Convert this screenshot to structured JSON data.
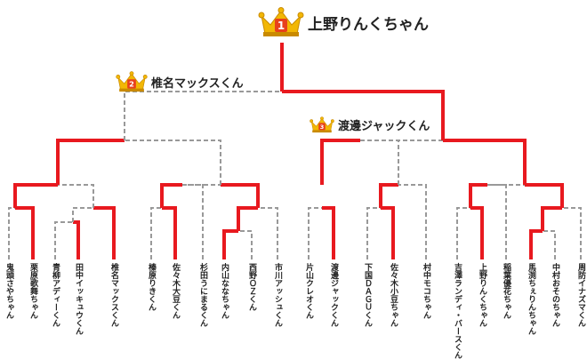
{
  "winners": {
    "first": {
      "rank": "1",
      "name": "上野りんくちゃん"
    },
    "second": {
      "rank": "2",
      "name": "椎名マックスくん"
    },
    "third": {
      "rank": "3",
      "name": "渡邊ジャックくん"
    }
  },
  "participants": [
    "鬼頭さやちゃん",
    "栗原歌舞ちゃん",
    "青柳アディーくん",
    "田中イッキュウくん",
    "椎名マックスくん",
    "榛原りきくん",
    "佐々木大豆くん",
    "杉田うにまるくん",
    "内山ななちゃん",
    "西野ＯＺくん",
    "市川アッシュくん",
    "片山クレオくん",
    "渡邊ジャックくん",
    "下国ＤＡＧＵくん",
    "佐々木小豆ちゃん",
    "村中モコちゃん",
    "吉澤ランディ・バースくん",
    "上野りんくちゃん",
    "稲葉優花ちゃん",
    "馬渕ちぇりんちゃん",
    "中村おそのちゃん",
    "周防イナズマくん"
  ],
  "colors": {
    "winner_line": "#e8191f",
    "loser_line": "#999999",
    "crown_gold": "#f2b705",
    "crown_dark": "#c98a00",
    "rank_badge": "#e8401c"
  }
}
